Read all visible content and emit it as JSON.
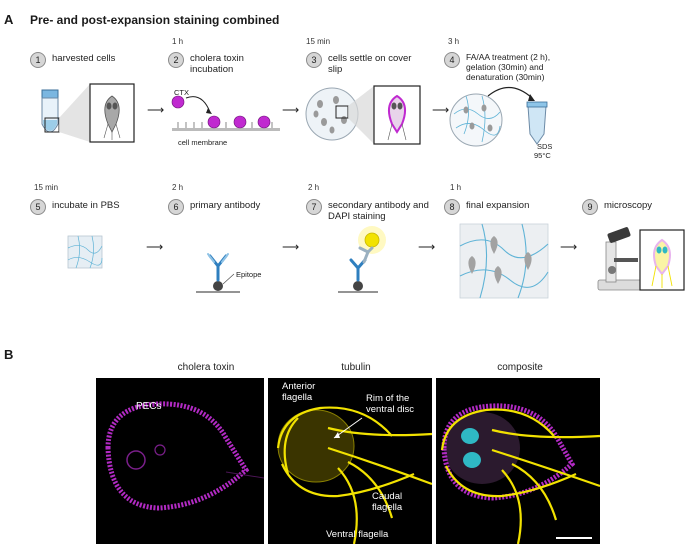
{
  "panel_a": {
    "letter": "A",
    "title": "Pre- and post-expansion staining combined",
    "steps": [
      {
        "num": "1",
        "label": "harvested cells",
        "time": ""
      },
      {
        "num": "2",
        "label": "cholera toxin incubation",
        "time": "1 h"
      },
      {
        "num": "3",
        "label": "cells settle on cover slip",
        "time": "15 min"
      },
      {
        "num": "4",
        "label": "FA/AA treatment (2 h), gelation (30min) and denaturation (30min)",
        "time": "3 h"
      },
      {
        "num": "5",
        "label": "incubate in PBS",
        "time": "15 min"
      },
      {
        "num": "6",
        "label": "primary antibody",
        "time": "2 h"
      },
      {
        "num": "7",
        "label": "secondary antibody and DAPI staining",
        "time": "2 h"
      },
      {
        "num": "8",
        "label": "final expansion",
        "time": "1 h"
      },
      {
        "num": "9",
        "label": "microscopy",
        "time": ""
      }
    ],
    "ctx_label": "CTX",
    "membrane_label": "cell membrane",
    "sds_label": "SDS",
    "temp_label": "95°C",
    "epitope_label": "Epitope"
  },
  "panel_b": {
    "letter": "B",
    "columns": [
      "cholera toxin",
      "tubulin",
      "composite"
    ],
    "annotations": {
      "pecs": "PECs",
      "anterior": "Anterior flagella",
      "rim": "Rim of the ventral disc",
      "caudal": "Caudal flagella",
      "ventral": "Ventral flagella"
    }
  },
  "colors": {
    "magenta": "#c02ad0",
    "yellow": "#f2e200",
    "cyan": "#2fb8c4",
    "gel_blue": "#5fb3d6"
  }
}
